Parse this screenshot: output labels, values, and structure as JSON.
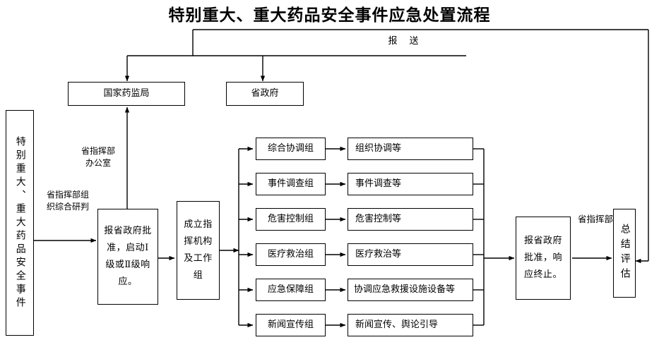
{
  "title": "特别重大、重大药品安全事件应急处置流程",
  "nodes": {
    "source": {
      "label": "特别重大、重大药品安全事件"
    },
    "nmpa": {
      "label": "国家药监局"
    },
    "prov_gov": {
      "label": "省政府"
    },
    "approve_start": {
      "label": "报省政府批准，启动Ⅰ级或Ⅱ级响应。"
    },
    "setup_org": {
      "label": "成立指挥机构及工作组"
    },
    "approve_end": {
      "label": "报省政府批准，响应终止。"
    },
    "summary": {
      "label": "总结评估"
    }
  },
  "labels": {
    "report": "报　送",
    "prov_office": "省指挥部\n办公室",
    "prov_assess": "省指挥部组\n织综合研判",
    "prov_command": "省指挥部"
  },
  "groups": [
    {
      "name": "综合协调组",
      "task": "组织协调等"
    },
    {
      "name": "事件调查组",
      "task": "事件调查等"
    },
    {
      "name": "危害控制组",
      "task": "危害控制等"
    },
    {
      "name": "医疗救治组",
      "task": "医疗救治等"
    },
    {
      "name": "应急保障组",
      "task": "协调应急救援设施设备等"
    },
    {
      "name": "新闻宣传组",
      "task": "新闻宣传、舆论引导"
    }
  ],
  "colors": {
    "background": "#ffffff",
    "stroke": "#000000",
    "text": "#000000"
  }
}
